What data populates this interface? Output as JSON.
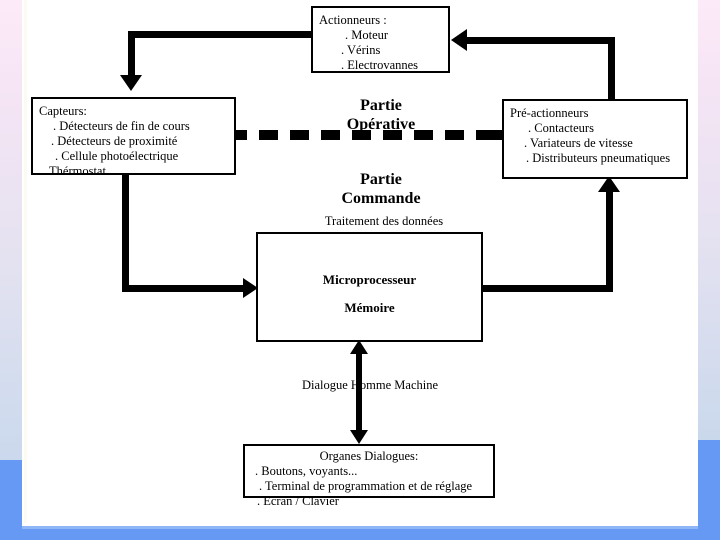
{
  "diagram": {
    "title_partie_operative": "Partie\nOpérative",
    "labels": {
      "partie_operative_line1": "Partie",
      "partie_operative_line2": "Opérative",
      "partie_commande_line1": "Partie",
      "partie_commande_line2": "Commande",
      "traitement": "Traitement des données",
      "dialogue_homme_machine": "Dialogue Homme Machine"
    },
    "boxes": {
      "actionneurs": {
        "title": "Actionneurs :",
        "items": [
          ". Moteur",
          ". Vérins",
          ". Electrovannes"
        ]
      },
      "capteurs": {
        "title": "Capteurs:",
        "items": [
          ". Détecteurs de fin de cours",
          ". Détecteurs de proximité",
          ". Cellule photoélectrique",
          ". Thérmostat"
        ]
      },
      "pre_actionneurs": {
        "title": "Pré-actionneurs",
        "items": [
          ". Contacteurs",
          ". Variateurs de vitesse",
          ". Distributeurs pneumatiques"
        ]
      },
      "traitement_donnees": {
        "line1": "Microprocesseur",
        "line2": "Mémoire"
      },
      "organes_dialogues": {
        "title": "Organes Dialogues:",
        "items": [
          ". Boutons, voyants...",
          ". Terminal de programmation et de réglage",
          ". Ecran / Clavier"
        ]
      }
    },
    "colors": {
      "line": "#000000",
      "box_fill": "#ffffff",
      "frame_blue": "#6699f4",
      "frame_pink": "#fdeaf8"
    }
  }
}
